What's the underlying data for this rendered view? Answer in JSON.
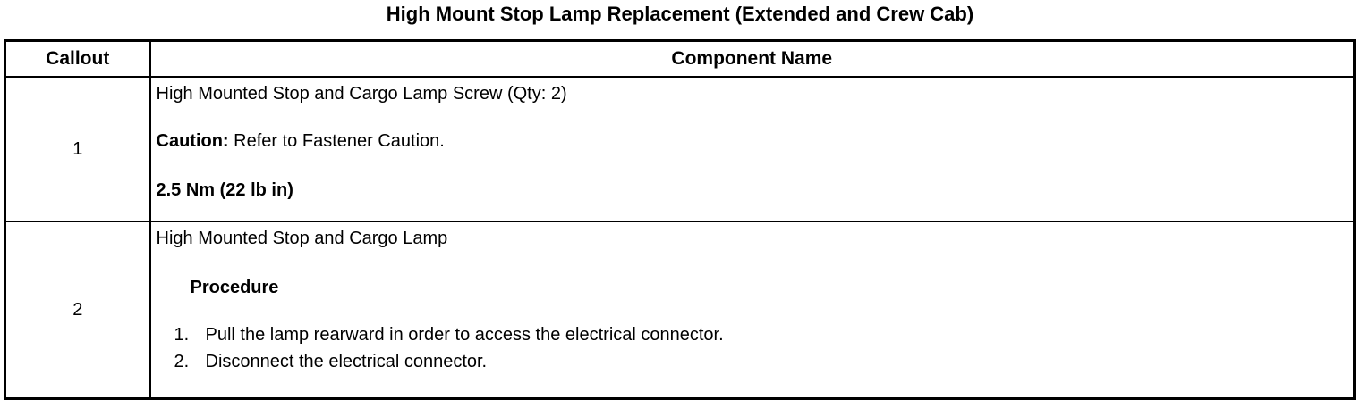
{
  "page": {
    "title": "High Mount Stop Lamp Replacement (Extended and Crew Cab)"
  },
  "colors": {
    "text": "#000000",
    "border": "#000000",
    "background": "#ffffff"
  },
  "table": {
    "headers": {
      "callout": "Callout",
      "component": "Component Name"
    },
    "rows": [
      {
        "callout": "1",
        "component_line": "High Mounted Stop and Cargo Lamp Screw (Qty: 2)",
        "caution_label": "Caution:",
        "caution_text": " Refer to Fastener Caution.",
        "torque": "2.5 Nm (22 lb in)"
      },
      {
        "callout": "2",
        "component_line": "High Mounted Stop and Cargo Lamp",
        "procedure_label": "Procedure",
        "steps": [
          {
            "num": "1.",
            "text": "Pull the lamp rearward in order to access the electrical connector."
          },
          {
            "num": "2.",
            "text": "Disconnect the electrical connector."
          }
        ]
      }
    ]
  }
}
